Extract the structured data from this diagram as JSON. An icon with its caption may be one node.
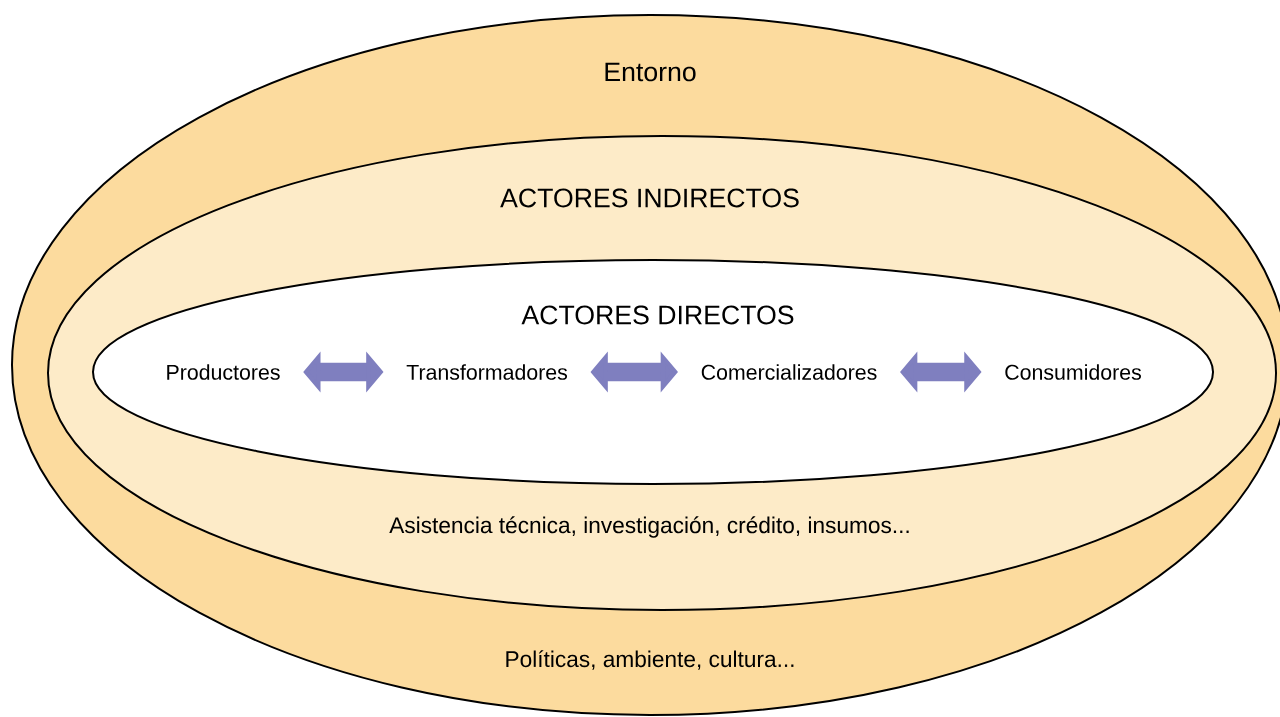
{
  "diagram": {
    "nodes": [
      {
        "text": [
          "Entorno",
          "Políticas, ambiente, cultura..."
        ]
      },
      {
        "text": [
          "ACTORES INDIRECTOS",
          "Asistencia técnica, investigación, crédito, insumos..."
        ],
        "in": 0
      },
      {
        "text": [
          "ACTORES DIRECTOS"
        ],
        "in": 1
      },
      {
        "text": [
          "Productores"
        ],
        "in": 2
      },
      {
        "text": [
          "Transformadores"
        ],
        "in": 2
      },
      {
        "text": [
          "Comercializadores"
        ],
        "in": 2
      },
      {
        "text": [
          "Consumidores"
        ],
        "in": 2
      }
    ],
    "edges": [
      {
        "from": 3,
        "to": 4,
        "arrow": "both"
      },
      {
        "from": 4,
        "to": 5,
        "arrow": "both"
      },
      {
        "from": 5,
        "to": 6,
        "arrow": "both"
      }
    ]
  }
}
